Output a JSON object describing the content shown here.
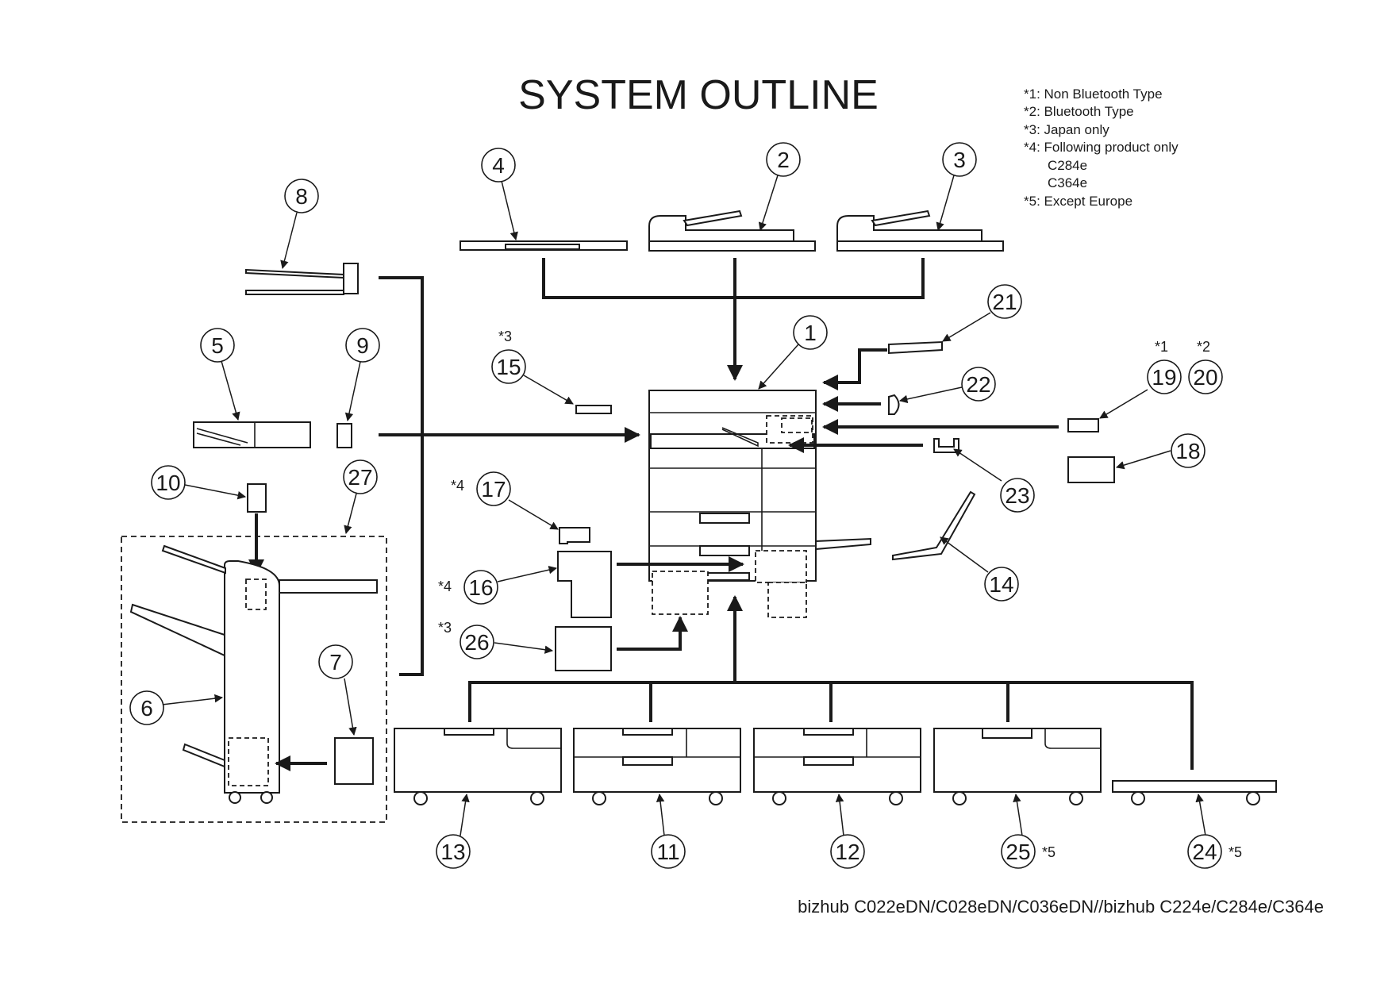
{
  "title": "SYSTEM OUTLINE",
  "notes": [
    "*1: Non Bluetooth Type",
    "*2: Bluetooth Type",
    "*3: Japan only",
    "*4: Following product only",
    "C284e",
    "C364e",
    "*5: Except Europe"
  ],
  "footer": "bizhub C022eDN/C028eDN/C036eDN//bizhub C224e/C284e/C364e",
  "callouts": [
    "1",
    "2",
    "3",
    "4",
    "5",
    "6",
    "7",
    "8",
    "9",
    "10",
    "11",
    "12",
    "13",
    "14",
    "15",
    "16",
    "17",
    "18",
    "19",
    "20",
    "21",
    "22",
    "23",
    "24",
    "25",
    "26",
    "27"
  ],
  "markers": {
    "m15": "*3",
    "m17": "*4",
    "m16": "*4",
    "m26": "*3",
    "m19": "*1",
    "m20": "*2",
    "m25": "*5",
    "m24": "*5"
  }
}
